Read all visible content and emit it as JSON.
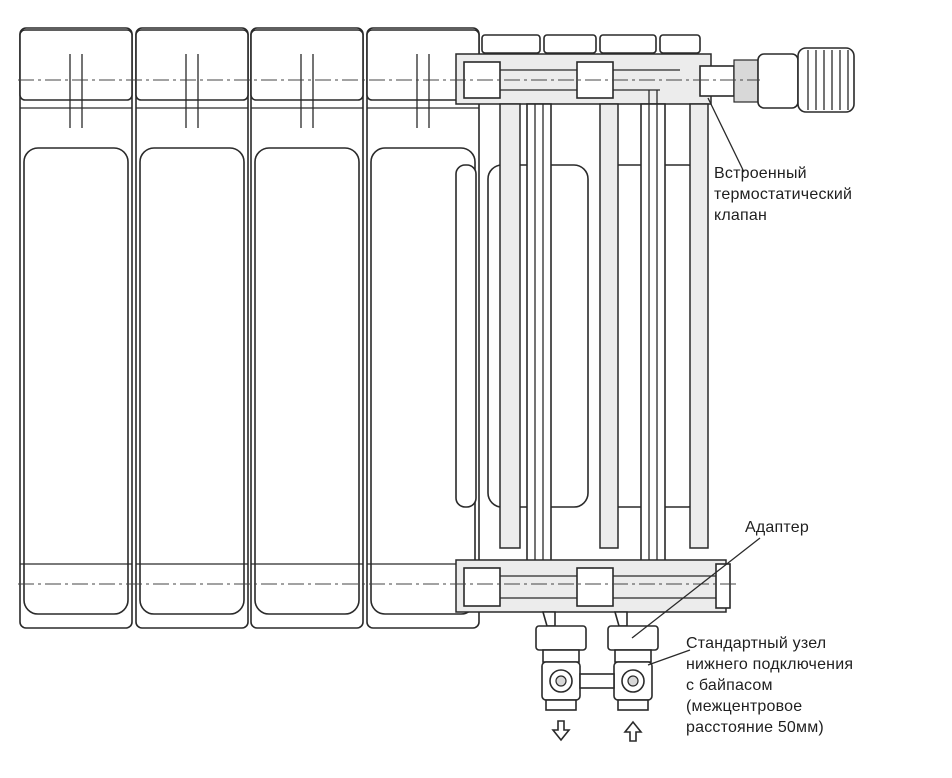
{
  "labels": {
    "thermo_valve": [
      "Встроенный",
      "термостатический",
      "клапан"
    ],
    "adapter": "Адаптер",
    "bottom_node": [
      "Стандартный узел",
      "нижнего подключения",
      "с байпасом",
      "(межцентровое",
      "расстояние 50мм)"
    ]
  },
  "icons": {
    "flow_out": "arrow-down-icon",
    "flow_in": "arrow-up-icon"
  }
}
